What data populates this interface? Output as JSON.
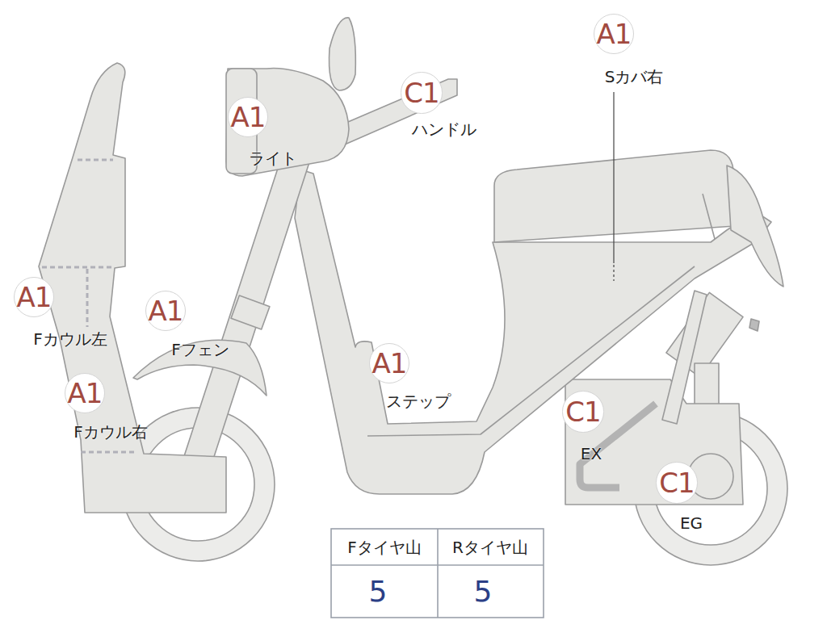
{
  "diagram": {
    "nodes": [
      {
        "text": [
          "A1",
          "Sカバ右"
        ]
      },
      {
        "text": [
          "C1",
          "ハンドル"
        ]
      },
      {
        "text": [
          "A1",
          "ライト"
        ]
      },
      {
        "text": [
          "A1",
          "Fカウル左"
        ]
      },
      {
        "text": [
          "A1",
          "Fフェン"
        ]
      },
      {
        "text": [
          "A1",
          "ステップ"
        ]
      },
      {
        "text": [
          "A1",
          "Fカウル右"
        ]
      },
      {
        "text": [
          "C1",
          "EX"
        ]
      },
      {
        "text": [
          "C1",
          "EG"
        ]
      }
    ],
    "labels": [
      "Fタイヤ山",
      "Rタイヤ山",
      "5",
      "5"
    ]
  }
}
